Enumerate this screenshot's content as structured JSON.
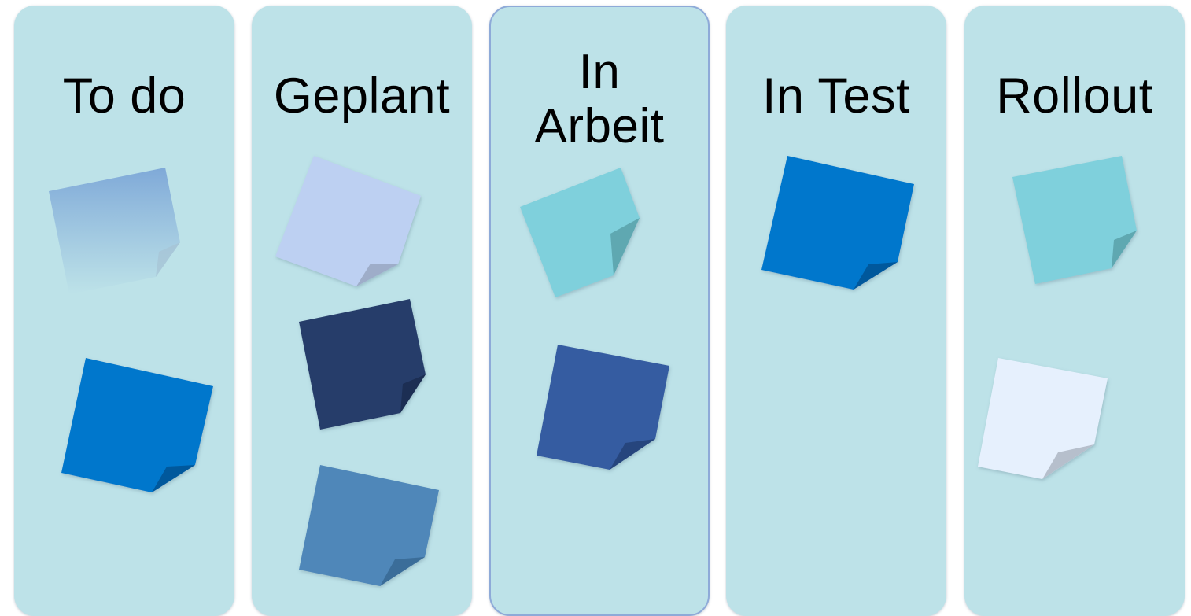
{
  "board": {
    "columns": [
      {
        "id": "todo",
        "title_lines": [
          "To do"
        ]
      },
      {
        "id": "geplant",
        "title_lines": [
          "Geplant"
        ]
      },
      {
        "id": "arbeit",
        "title_lines": [
          "In",
          "Arbeit"
        ]
      },
      {
        "id": "test",
        "title_lines": [
          "In Test"
        ]
      },
      {
        "id": "rollout",
        "title_lines": [
          "Rollout"
        ]
      }
    ]
  },
  "colors": {
    "column_background": "#bde2e8",
    "note_blue": "#0677cc",
    "note_navy": "#263d6b",
    "note_steel": "#4f87b9",
    "note_royal": "#355ca1",
    "note_teal": "#7fd0dc",
    "note_lavender": "#bdd0f2",
    "note_white": "#e6f0fd",
    "note_faded": "#7fa9d8"
  },
  "notes": [
    {
      "column": "todo",
      "color": "note_faded",
      "style": "faded"
    },
    {
      "column": "todo",
      "color": "note_blue",
      "style": "solid"
    },
    {
      "column": "geplant",
      "color": "note_lavender",
      "style": "solid"
    },
    {
      "column": "geplant",
      "color": "note_navy",
      "style": "solid"
    },
    {
      "column": "geplant",
      "color": "note_steel",
      "style": "solid"
    },
    {
      "column": "arbeit",
      "color": "note_teal",
      "style": "solid"
    },
    {
      "column": "arbeit",
      "color": "note_royal",
      "style": "solid"
    },
    {
      "column": "test",
      "color": "note_blue",
      "style": "solid"
    },
    {
      "column": "rollout",
      "color": "note_teal",
      "style": "solid"
    },
    {
      "column": "rollout",
      "color": "note_white",
      "style": "solid"
    }
  ]
}
